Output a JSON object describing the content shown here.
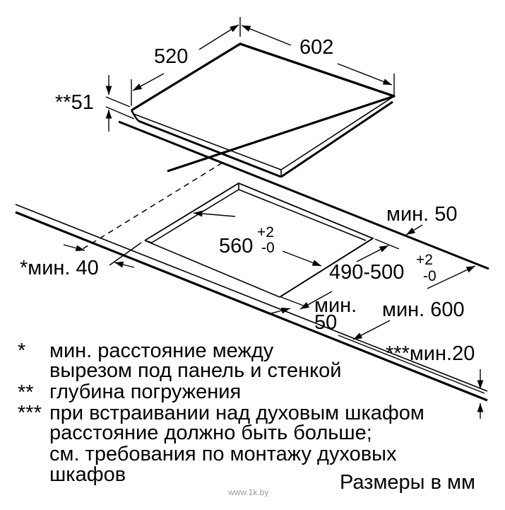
{
  "diagram": {
    "type": "installation-dimension-drawing",
    "subject": "built-in hob cutout dimensions",
    "stroke_color": "#000000",
    "background": "#ffffff"
  },
  "dimensions": {
    "hob_depth": "520",
    "hob_width": "602",
    "immersion_depth": "**51",
    "cutout_width": "560",
    "cutout_width_tol_plus": "+2",
    "cutout_width_tol_minus": "-0",
    "cutout_depth": "490-500",
    "cutout_depth_tol_plus": "+2",
    "cutout_depth_tol_minus": "-0",
    "min_rear": "мин. 50",
    "min_side_wall": "*мин. 40",
    "min_front_1": "мин.",
    "min_front_2": "50",
    "min_worktop_depth": "мин. 600",
    "min_oven_gap": "***мин.20"
  },
  "notes": [
    {
      "mark": "*",
      "lines": [
        "мин. расстояние между",
        "вырезом под панель и стенкой"
      ]
    },
    {
      "mark": "**",
      "lines": [
        "глубина погружения"
      ]
    },
    {
      "mark": "***",
      "lines": [
        "при встраивании над духовым шкафом",
        "расстояние должно быть больше;",
        "см. требования по монтажу духовых",
        "шкафов"
      ]
    }
  ],
  "units_label": "Размеры в мм",
  "watermark": "www.1k.by"
}
